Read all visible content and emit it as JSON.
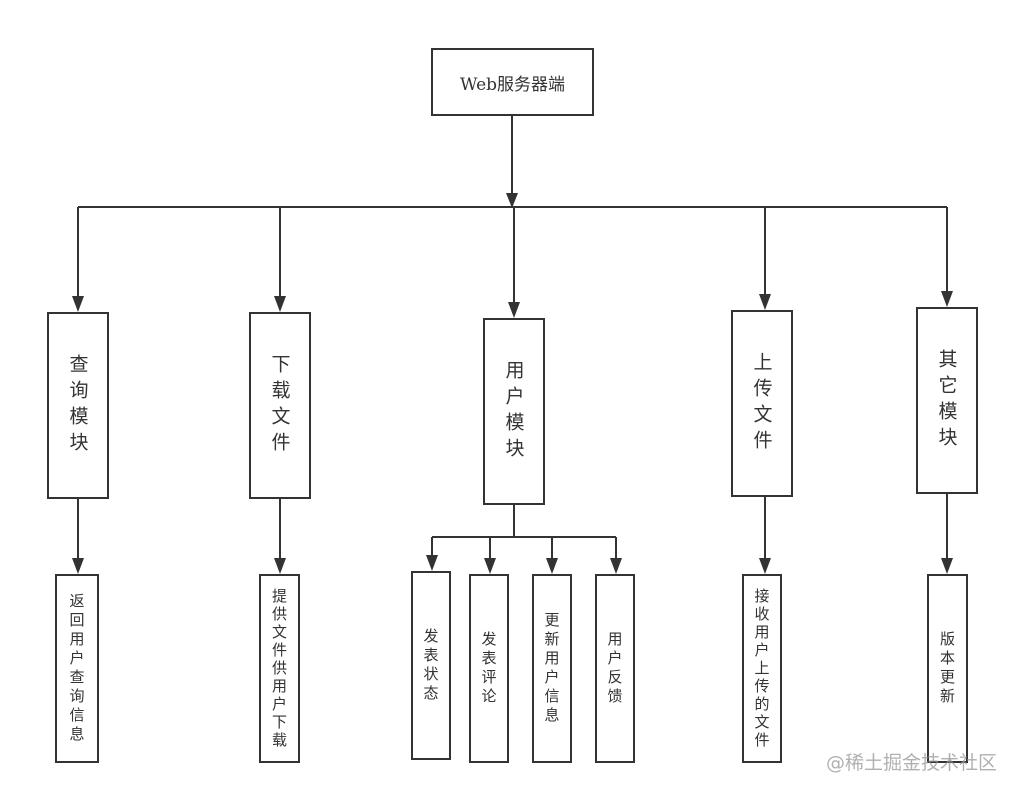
{
  "diagram": {
    "root": {
      "label": "Web服务器端"
    },
    "modules": [
      {
        "id": "query",
        "label": "查询模块",
        "children": [
          {
            "label": "返回用户查询信息"
          }
        ]
      },
      {
        "id": "download",
        "label": "下载文件",
        "children": [
          {
            "label": "提供文件供用户下载"
          }
        ]
      },
      {
        "id": "user",
        "label": "用户模块",
        "children": [
          {
            "label": "发表状态"
          },
          {
            "label": "发表评论"
          },
          {
            "label": "更新用户信息"
          },
          {
            "label": "用户反馈"
          }
        ]
      },
      {
        "id": "upload",
        "label": "上传文件",
        "children": [
          {
            "label": "接收用户上传的文件"
          }
        ]
      },
      {
        "id": "other",
        "label": "其它模块",
        "children": [
          {
            "label": "版本更新"
          }
        ]
      }
    ],
    "colors": {
      "line": "#333333",
      "background": "#ffffff",
      "watermark": "#969696"
    }
  },
  "watermark": {
    "text": "@稀土掘金技术社区"
  }
}
